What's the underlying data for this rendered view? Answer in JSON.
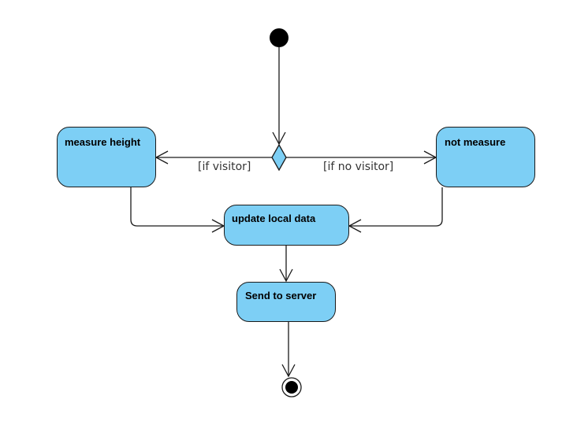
{
  "diagram": {
    "type": "uml-activity",
    "colors": {
      "action_fill": "#7dcff5",
      "stroke": "#1a1a1a",
      "initial": "#000000"
    },
    "nodes": {
      "measure_height": "measure height",
      "not_measure": "not measure",
      "update_local_data": "update local data",
      "send_to_server": "Send to server"
    },
    "guards": {
      "if_visitor": "[if visitor]",
      "if_no_visitor": "[if no visitor]"
    },
    "edges": [
      {
        "from": "initial",
        "to": "decision"
      },
      {
        "from": "decision",
        "to": "measure height",
        "guard": "[if visitor]"
      },
      {
        "from": "decision",
        "to": "not measure",
        "guard": "[if no visitor]"
      },
      {
        "from": "measure height",
        "to": "update local data"
      },
      {
        "from": "not measure",
        "to": "update local data"
      },
      {
        "from": "update local data",
        "to": "Send to server"
      },
      {
        "from": "Send to server",
        "to": "final"
      }
    ]
  }
}
